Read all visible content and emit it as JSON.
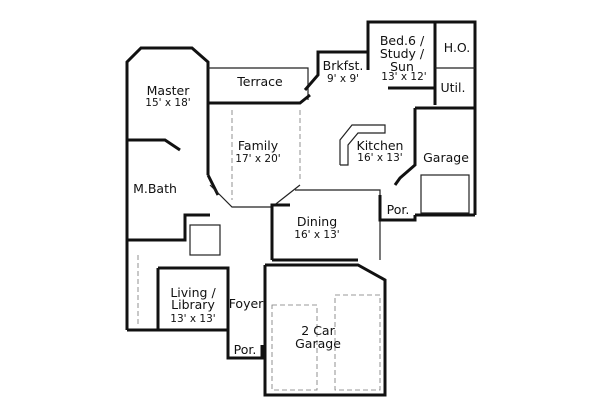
{
  "rooms": {
    "bed6": {
      "name_lines": [
        "Bed.6 /",
        "Study /",
        "Sun"
      ],
      "size": "13' x 12'"
    },
    "ho": {
      "name": "H.O."
    },
    "brkfst": {
      "name": "Brkfst.",
      "size": "9' x 9'"
    },
    "util": {
      "name": "Util."
    },
    "master": {
      "name": "Master",
      "size": "15' x 18'"
    },
    "terrace": {
      "name": "Terrace"
    },
    "family": {
      "name": "Family",
      "size": "17' x 20'"
    },
    "kitchen": {
      "name": "Kitchen",
      "size": "16' x 13'"
    },
    "garage": {
      "name": "Garage"
    },
    "mbath": {
      "name": "M.Bath"
    },
    "por_right": {
      "name": "Por."
    },
    "dining": {
      "name": "Dining",
      "size": "16' x 13'"
    },
    "living": {
      "name_lines": [
        "Living /",
        "Library"
      ],
      "size": "13' x 13'"
    },
    "foyer": {
      "name": "Foyer"
    },
    "car_garage": {
      "name_lines": [
        "2 Car",
        "Garage"
      ]
    },
    "por_bottom": {
      "name": "Por."
    }
  }
}
